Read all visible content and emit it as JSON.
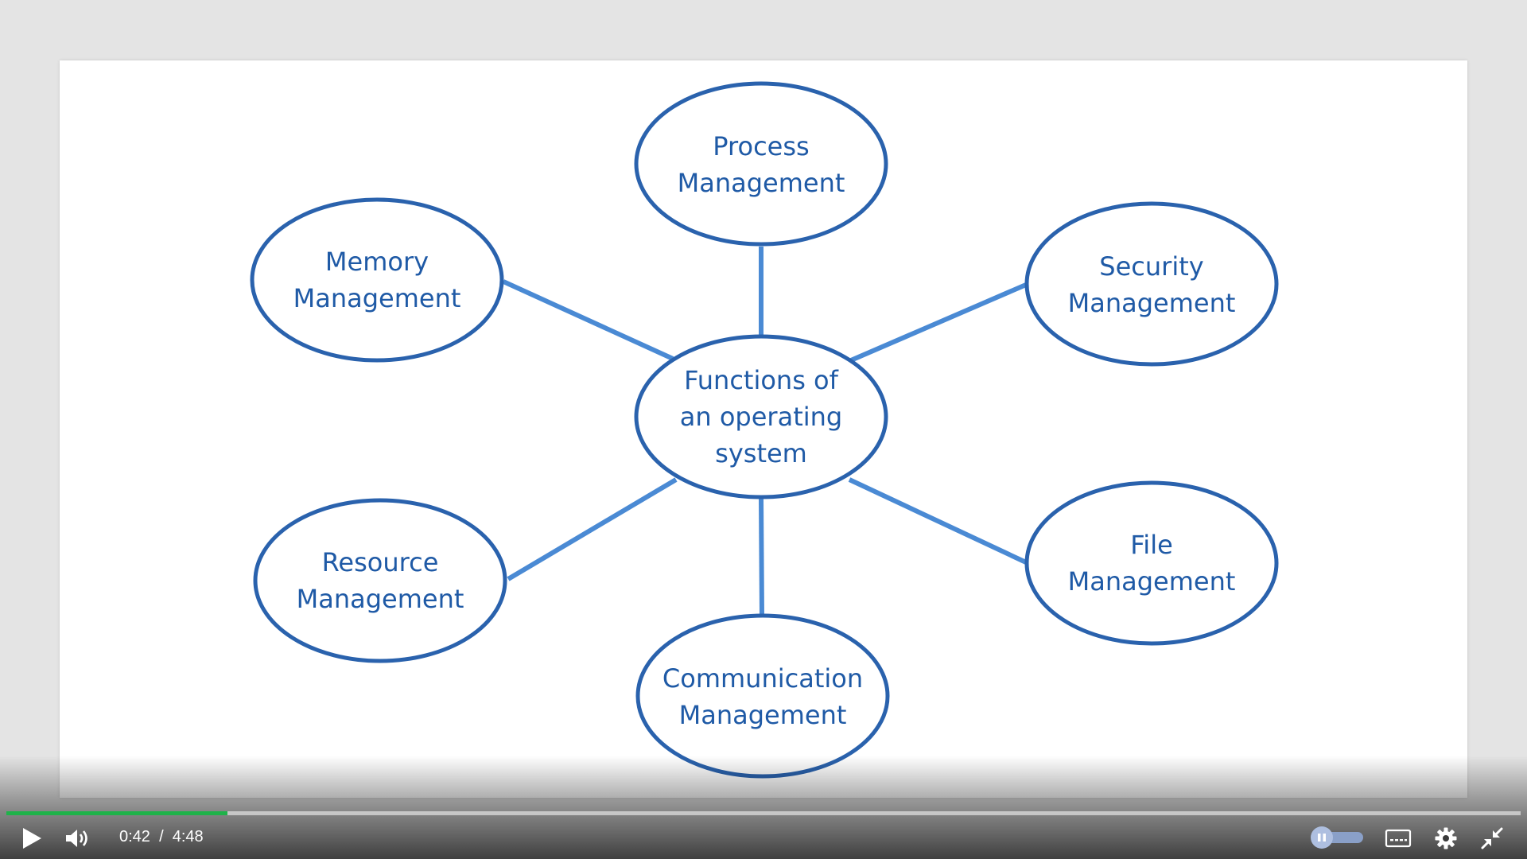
{
  "diagram": {
    "center": {
      "lines": [
        "Functions of",
        "an operating",
        "system"
      ]
    },
    "nodes": [
      {
        "id": "process",
        "lines": [
          "Process",
          "Management"
        ]
      },
      {
        "id": "memory",
        "lines": [
          "Memory",
          "Management"
        ]
      },
      {
        "id": "security",
        "lines": [
          "Security",
          "Management"
        ]
      },
      {
        "id": "resource",
        "lines": [
          "Resource",
          "Management"
        ]
      },
      {
        "id": "file",
        "lines": [
          "File",
          "Management"
        ]
      },
      {
        "id": "communication",
        "lines": [
          "Communication",
          "Management"
        ]
      }
    ],
    "colors": {
      "ellipse_stroke": "#2a62ad",
      "connector": "#4a8ad4",
      "text": "#1f5aa6"
    }
  },
  "player": {
    "current_time": "0:42",
    "separator": "/",
    "duration": "4:48",
    "progress_fraction": 0.146,
    "icons": {
      "play": "play-icon",
      "volume": "volume-icon",
      "speed": "pause-toggle-icon",
      "captions": "captions-icon",
      "settings": "gear-icon",
      "exit_fullscreen": "exit-fullscreen-icon"
    },
    "accent": "#1fb24a"
  }
}
